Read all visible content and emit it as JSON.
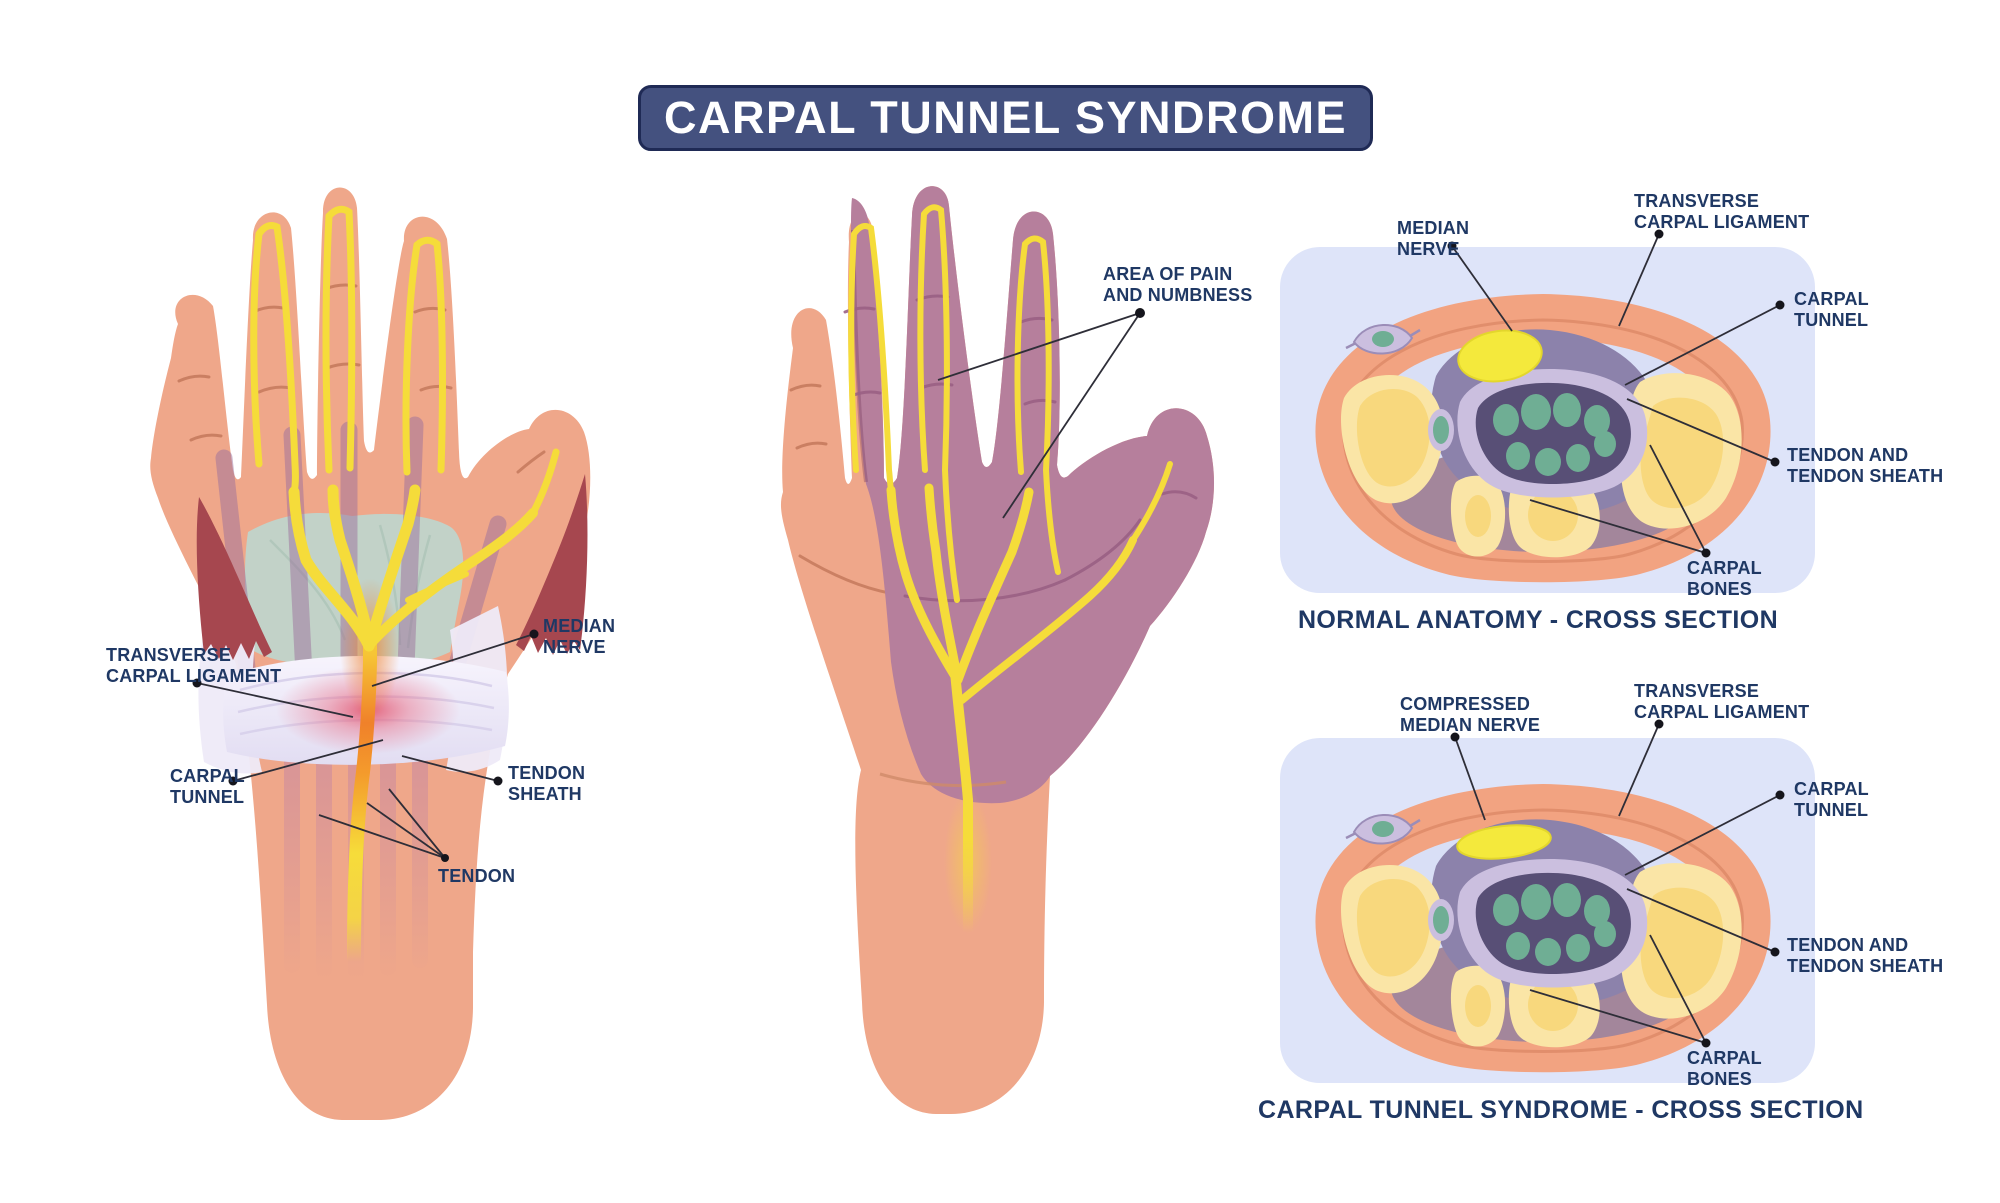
{
  "title": "CARPAL TUNNEL SYNDROME",
  "colors": {
    "title_bg": "#44517F",
    "title_border": "#1F2A55",
    "title_text": "#FFFFFF",
    "label_text": "#1F3864",
    "leader_line": "#2E2E38",
    "skin": "#EFA78A",
    "skin_crease": "#C4795C",
    "nerve_yellow": "#F5DC3A",
    "nerve_orange": "#F0812A",
    "pain_area_purple": "#B67F9C",
    "muscle_red": "#A6474F",
    "carpal_area_teal": "#C2D2C8",
    "tendon_stripe_purple": "#9B6F9B",
    "ligament_white": "#F3F0FA",
    "ligament_glow_red": "#E7536A",
    "panel_bg": "#DEE4F9",
    "section_skin": "#F2A381",
    "section_interior": "#D9DFF6",
    "bone_cream": "#FAE5A6",
    "bone_highlight": "#F8D87D",
    "tunnel_region_purple": "#8C82AB",
    "tunnel_sheath_lavender": "#CBBFDF",
    "tunnel_interior_purple": "#584F76",
    "tendon_teal": "#6FAE94",
    "deep_tissue_mauve": "#A3869B"
  },
  "left_hand": {
    "labels": {
      "transverse_carpal_ligament": {
        "line1": "TRANSVERSE",
        "line2": "CARPAL LIGAMENT"
      },
      "carpal_tunnel": {
        "line1": "CARPAL",
        "line2": "TUNNEL"
      },
      "median_nerve": {
        "line1": "MEDIAN",
        "line2": "NERVE"
      },
      "tendon_sheath": {
        "line1": "TENDON",
        "line2": "SHEATH"
      },
      "tendon": {
        "line1": "TENDON"
      }
    }
  },
  "palm_hand": {
    "labels": {
      "area_of_pain": {
        "line1": "AREA OF PAIN",
        "line2": "AND NUMBNESS"
      }
    }
  },
  "normal_section": {
    "caption": "NORMAL ANATOMY - CROSS SECTION",
    "labels": {
      "median_nerve": {
        "line1": "MEDIAN",
        "line2": "NERVE"
      },
      "transverse_carpal_ligament": {
        "line1": "TRANSVERSE",
        "line2": "CARPAL LIGAMENT"
      },
      "carpal_tunnel": {
        "line1": "CARPAL",
        "line2": "TUNNEL"
      },
      "tendon_and_sheath": {
        "line1": "TENDON AND",
        "line2": "TENDON SHEATH"
      },
      "carpal_bones": {
        "line1": "CARPAL",
        "line2": "BONES"
      }
    }
  },
  "cts_section": {
    "caption": "CARPAL TUNNEL SYNDROME - CROSS SECTION",
    "labels": {
      "compressed_median_nerve": {
        "line1": "COMPRESSED",
        "line2": "MEDIAN NERVE"
      },
      "transverse_carpal_ligament": {
        "line1": "TRANSVERSE",
        "line2": "CARPAL LIGAMENT"
      },
      "carpal_tunnel": {
        "line1": "CARPAL",
        "line2": "TUNNEL"
      },
      "tendon_and_sheath": {
        "line1": "TENDON AND",
        "line2": "TENDON SHEATH"
      },
      "carpal_bones": {
        "line1": "CARPAL",
        "line2": "BONES"
      }
    }
  }
}
